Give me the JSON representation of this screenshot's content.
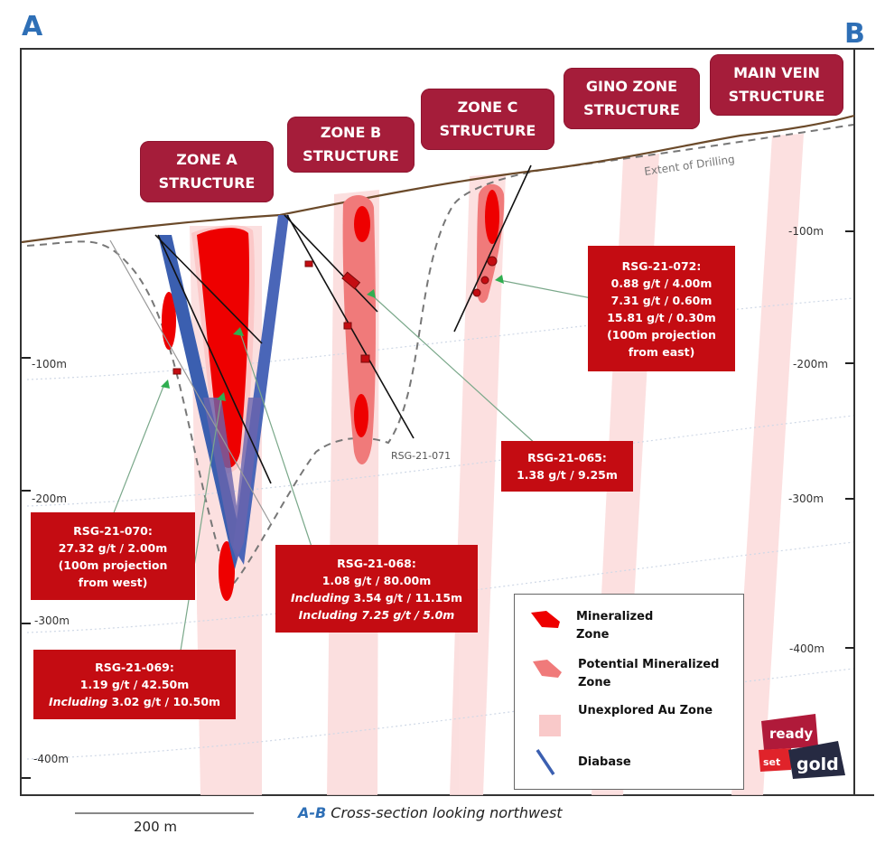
{
  "section": {
    "start_label": "A",
    "end_label": "B",
    "caption_ab": "A-B",
    "caption_text": " Cross-section looking northwest",
    "scale_label": "200 m",
    "extent_label": "Extent of Drilling"
  },
  "structures": [
    {
      "line1": "ZONE A",
      "line2": "STRUCTURE"
    },
    {
      "line1": "ZONE B",
      "line2": "STRUCTURE"
    },
    {
      "line1": "ZONE C",
      "line2": "STRUCTURE"
    },
    {
      "line1": "GINO ZONE",
      "line2": "STRUCTURE"
    },
    {
      "line1": "MAIN VEIN",
      "line2": "STRUCTURE"
    }
  ],
  "depth_left": [
    "-100m",
    "-200m",
    "-300m",
    "-400m"
  ],
  "depth_right": [
    "-100m",
    "-200m",
    "-300m",
    "-400m"
  ],
  "drill_holes": {
    "rsg_072": {
      "title": "RSG-21-072:",
      "l1": "0.88 g/t / 4.00m",
      "l2": "7.31 g/t / 0.60m",
      "l3": "15.81 g/t / 0.30m",
      "l4": "(100m projection",
      "l5": "from east)"
    },
    "rsg_065": {
      "title": "RSG-21-065:",
      "l1": "1.38 g/t / 9.25m"
    },
    "rsg_071": {
      "title": "RSG-21-071"
    },
    "rsg_070": {
      "title": "RSG-21-070:",
      "l1": "27.32 g/t / 2.00m",
      "l2": "(100m projection",
      "l3": "from west)"
    },
    "rsg_068": {
      "title": "RSG-21-068:",
      "l1": "1.08 g/t / 80.00m",
      "l2_em": "Including",
      "l2": " 3.54 g/t / 11.15m",
      "l3_em": "Including 7.25 g/t / 5.0m"
    },
    "rsg_069": {
      "title": "RSG-21-069:",
      "l1": "1.19 g/t / 42.50m",
      "l2_em": "Including",
      "l2": " 3.02 g/t / 10.50m"
    }
  },
  "legend": {
    "items": [
      {
        "line1": "Mineralized",
        "line2": "Zone",
        "color": "#ee0000"
      },
      {
        "line1": "Potential Mineralized",
        "line2": "Zone",
        "color": "#f07a7a"
      },
      {
        "line1": "Unexplored Au Zone",
        "line2": "",
        "color": "#f9c9c9"
      },
      {
        "line1": "Diabase",
        "line2": "",
        "color": "#3b5fb0"
      }
    ]
  },
  "logo": {
    "word1": "ready",
    "word2": "set",
    "word3": "gold"
  },
  "colors": {
    "structure_label": "#a51d3a",
    "hole_box": "#c40c12",
    "mineralized": "#ee0000",
    "potential": "#f07a7a",
    "unexplored": "#fbdada",
    "diabase": "#3b5fb0",
    "section_letters": "#2e6fb6"
  }
}
